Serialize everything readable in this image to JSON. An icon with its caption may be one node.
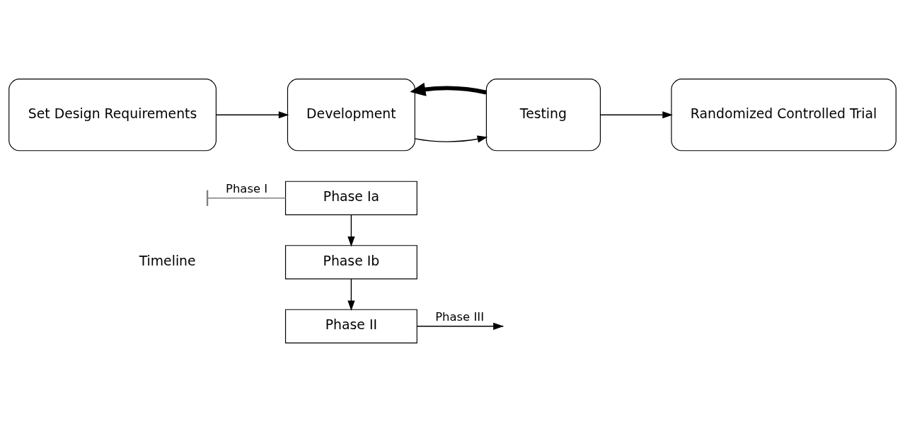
{
  "diagram": {
    "nodes": [
      {
        "text": [
          "Set Design Requirements"
        ]
      },
      {
        "text": [
          "Development"
        ]
      },
      {
        "text": [
          "Testing"
        ]
      },
      {
        "text": [
          "Randomized Controlled Trial"
        ]
      },
      {
        "text": [
          "Phase Ia"
        ]
      },
      {
        "text": [
          "Phase Ib"
        ]
      },
      {
        "text": [
          "Phase II"
        ]
      }
    ],
    "edges": [
      {
        "from": 0,
        "to": 1,
        "arrow": "to"
      },
      {
        "from": 1,
        "to": 2,
        "arrow": "to"
      },
      {
        "from": 2,
        "to": 3,
        "arrow": "to"
      },
      {
        "from": 2,
        "to": 1,
        "arrow": "to",
        "style": "thick"
      },
      {
        "from": null,
        "to": 4,
        "arrow": "other",
        "label": "Phase I",
        "color": "#7f7f7f"
      },
      {
        "from": 4,
        "to": 5,
        "arrow": "to"
      },
      {
        "from": 5,
        "to": 6,
        "arrow": "to"
      },
      {
        "from": 6,
        "to": null,
        "arrow": "to",
        "label": "Phase III"
      }
    ],
    "labels": [
      "Timeline"
    ]
  }
}
